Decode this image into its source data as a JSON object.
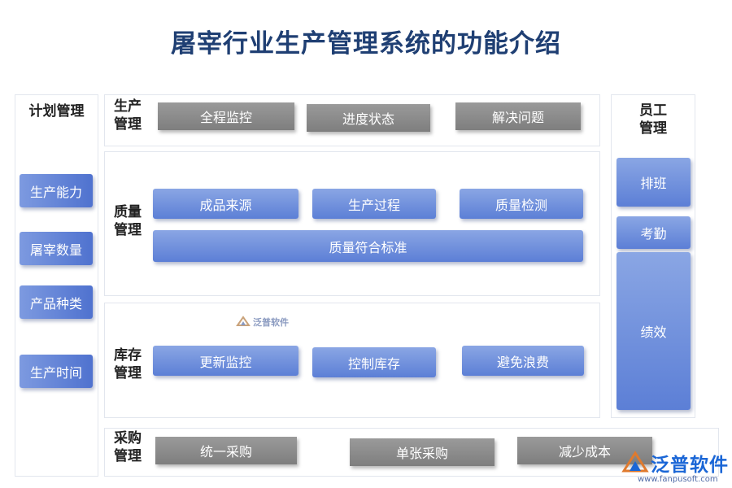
{
  "title": "屠宰行业生产管理系统的功能介绍",
  "plan": {
    "label": "计划管理",
    "items": [
      "生产能力",
      "屠宰数量",
      "产品种类",
      "生产时间"
    ]
  },
  "production": {
    "label_line1": "生产",
    "label_line2": "管理",
    "items": [
      "全程监控",
      "进度状态",
      "解决问题"
    ]
  },
  "quality": {
    "label_line1": "质量",
    "label_line2": "管理",
    "items": [
      "成品来源",
      "生产过程",
      "质量检测"
    ],
    "wide_item": "质量符合标准"
  },
  "inventory": {
    "label_line1": "库存",
    "label_line2": "管理",
    "items": [
      "更新监控",
      "控制库存",
      "避免浪费"
    ]
  },
  "purchase": {
    "label_line1": "采购",
    "label_line2": "管理",
    "items": [
      "统一采购",
      "单张采购",
      "减少成本"
    ]
  },
  "staff": {
    "label_line1": "员工",
    "label_line2": "管理",
    "items": [
      "排班",
      "考勤",
      "绩效"
    ]
  },
  "watermark": {
    "text": "泛普软件"
  },
  "logo": {
    "text": "泛普软件",
    "url": "www.fanpusoft.com"
  },
  "colors": {
    "title": "#1f3f73",
    "blue": "#5c7fd6",
    "gray": "#8a8a8a",
    "brand": "#1a66d6"
  }
}
